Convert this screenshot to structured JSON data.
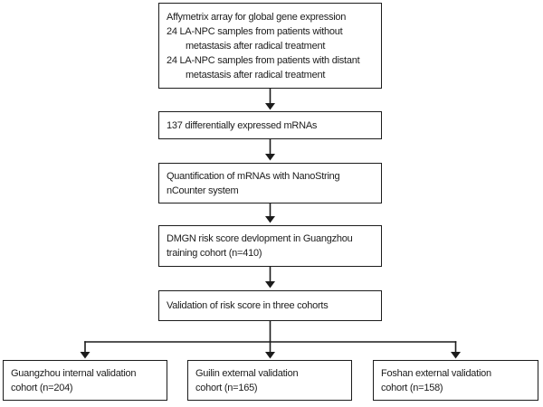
{
  "figure": {
    "type": "flowchart",
    "colors": {
      "text": "#1c1c1c",
      "line": "#1c1c1c",
      "box_border": "#1c1c1c",
      "box_background": "#ffffff",
      "page_background": "#ffffff"
    },
    "boxes": {
      "affymetrix": {
        "lines": [
          "Affymetrix array for global gene expression",
          "24 LA-NPC samples from patients without",
          "metastasis after radical treatment",
          "24 LA-NPC samples from patients with distant",
          "metastasis after radical treatment"
        ]
      },
      "mrnas": {
        "lines": [
          "137 differentially expressed mRNAs"
        ]
      },
      "nanostring": {
        "lines": [
          "Quantification of mRNAs with NanoString",
          "nCounter system"
        ]
      },
      "training": {
        "lines": [
          "DMGN risk score devlopment in Guangzhou",
          "training cohort (n=410)"
        ]
      },
      "validation": {
        "lines": [
          "Validation of risk score in three cohorts"
        ]
      },
      "guangzhou": {
        "lines": [
          "Guangzhou internal validation",
          "cohort (n=204)"
        ]
      },
      "guilin": {
        "lines": [
          "Guilin external validation",
          "cohort (n=165)"
        ]
      },
      "foshan": {
        "lines": [
          "Foshan external validation",
          "cohort (n=158)"
        ]
      }
    }
  }
}
